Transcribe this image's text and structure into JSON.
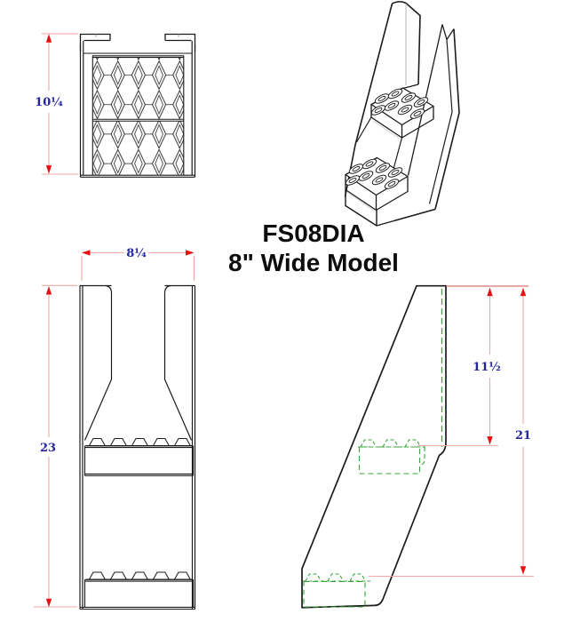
{
  "product": {
    "model": "FS08DIA",
    "subtitle": "8\" Wide Model"
  },
  "dimensions": {
    "top_view_depth": "10¼",
    "front_width": "8¼",
    "front_height": "23",
    "side_step_height": "11½",
    "side_total_height": "21"
  },
  "colors": {
    "dimension_line": "#f0a9a6",
    "dimension_arrow": "#e81111",
    "dimension_text": "#2525a2",
    "hidden_line_green": "#3aa23a",
    "reference_line_red": "#d05050",
    "outline": "#1b1b1b"
  }
}
